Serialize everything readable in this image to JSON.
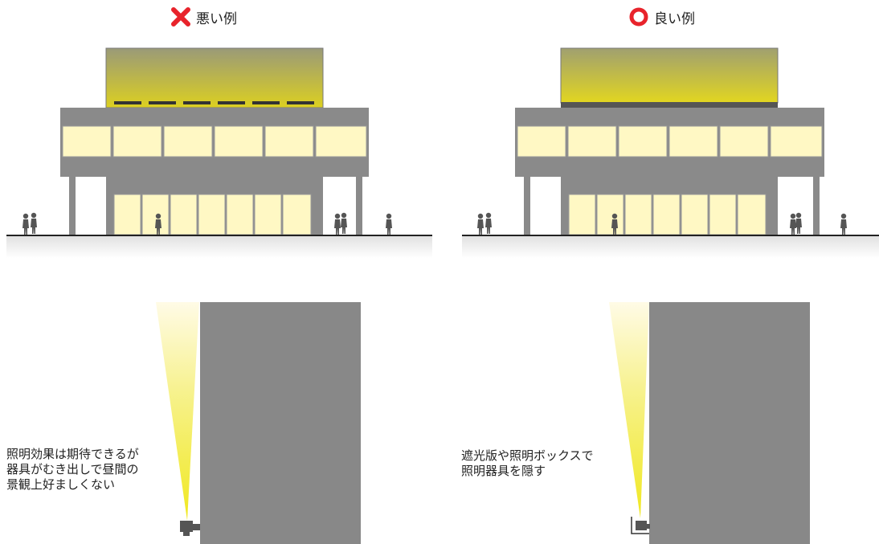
{
  "examples": {
    "bad": {
      "label": "悪い例",
      "mark_icon": "cross-icon",
      "mark_color": "#e8232b",
      "description": [
        "照明効果は期待できるが",
        "器具がむき出しで昼間の",
        "景観上好ましくない"
      ]
    },
    "good": {
      "label": "良い例",
      "mark_icon": "circle-icon",
      "mark_color": "#e8232b",
      "description": [
        "遮光版や照明ボックスで",
        "照明器具を隠す"
      ]
    }
  },
  "colors": {
    "building": "#8a8a8a",
    "window": "#fff8c4",
    "light_yellow": "#d8d020",
    "wall": "#888888",
    "fixture": "#555555"
  }
}
